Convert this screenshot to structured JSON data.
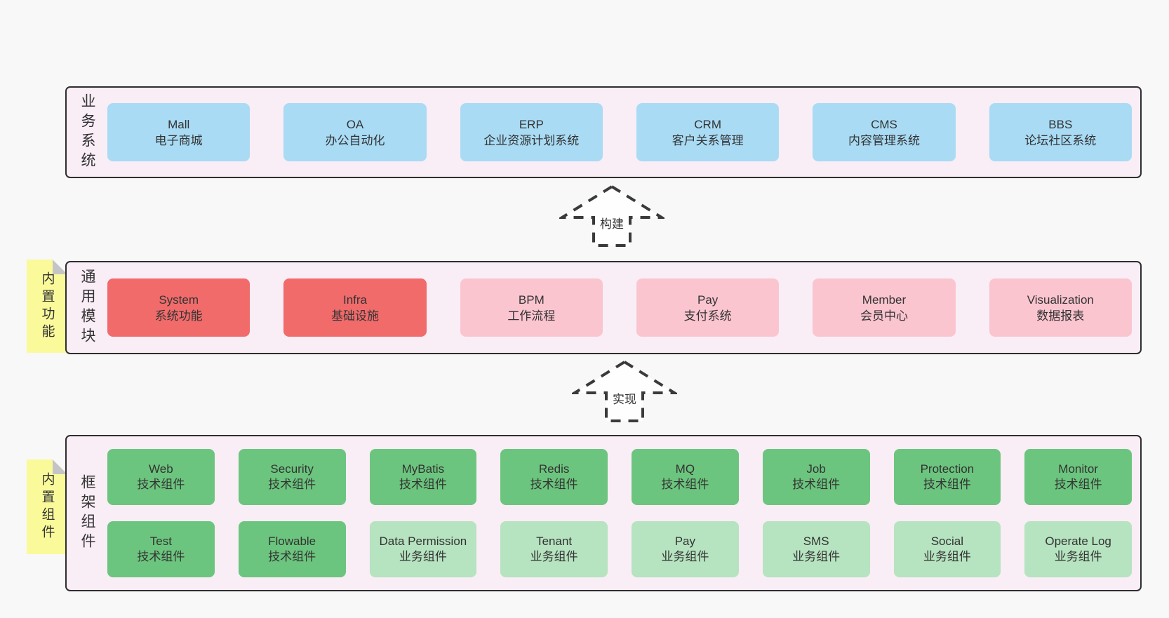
{
  "palette": {
    "page_bg": "#f8f8f8",
    "panel_bg": "#f9edf6",
    "panel_border": "#2e2e2e",
    "blue_box": "#a9dbf4",
    "red_box": "#f16b6b",
    "pink_box": "#fbc5d0",
    "green_box": "#6cc57e",
    "light_green_box": "#b6e3c0",
    "tag_yellow": "#fafa9b",
    "fold_gray": "#c4c4c7",
    "text": "#333333"
  },
  "arrows": [
    {
      "label": "构建"
    },
    {
      "label": "实现"
    }
  ],
  "sections": {
    "business": {
      "label": "业务系统",
      "boxes": [
        {
          "title": "Mall",
          "subtitle": "电子商城"
        },
        {
          "title": "OA",
          "subtitle": "办公自动化"
        },
        {
          "title": "ERP",
          "subtitle": "企业资源计划系统"
        },
        {
          "title": "CRM",
          "subtitle": "客户关系管理"
        },
        {
          "title": "CMS",
          "subtitle": "内容管理系统"
        },
        {
          "title": "BBS",
          "subtitle": "论坛社区系统"
        }
      ]
    },
    "modules": {
      "label": "通用模块",
      "tag": "内置功能",
      "boxes": [
        {
          "title": "System",
          "subtitle": "系统功能"
        },
        {
          "title": "Infra",
          "subtitle": "基础设施"
        },
        {
          "title": "BPM",
          "subtitle": "工作流程"
        },
        {
          "title": "Pay",
          "subtitle": "支付系统"
        },
        {
          "title": "Member",
          "subtitle": "会员中心"
        },
        {
          "title": "Visualization",
          "subtitle": "数据报表"
        }
      ]
    },
    "framework": {
      "label": "框架组件",
      "tag": "内置组件",
      "rows": [
        [
          {
            "title": "Web",
            "subtitle": "技术组件"
          },
          {
            "title": "Security",
            "subtitle": "技术组件"
          },
          {
            "title": "MyBatis",
            "subtitle": "技术组件"
          },
          {
            "title": "Redis",
            "subtitle": "技术组件"
          },
          {
            "title": "MQ",
            "subtitle": "技术组件"
          },
          {
            "title": "Job",
            "subtitle": "技术组件"
          },
          {
            "title": "Protection",
            "subtitle": "技术组件"
          },
          {
            "title": "Monitor",
            "subtitle": "技术组件"
          }
        ],
        [
          {
            "title": "Test",
            "subtitle": "技术组件"
          },
          {
            "title": "Flowable",
            "subtitle": "技术组件"
          },
          {
            "title": "Data Permission",
            "subtitle": "业务组件"
          },
          {
            "title": "Tenant",
            "subtitle": "业务组件"
          },
          {
            "title": "Pay",
            "subtitle": "业务组件"
          },
          {
            "title": "SMS",
            "subtitle": "业务组件"
          },
          {
            "title": "Social",
            "subtitle": "业务组件"
          },
          {
            "title": "Operate Log",
            "subtitle": "业务组件"
          }
        ]
      ]
    }
  }
}
